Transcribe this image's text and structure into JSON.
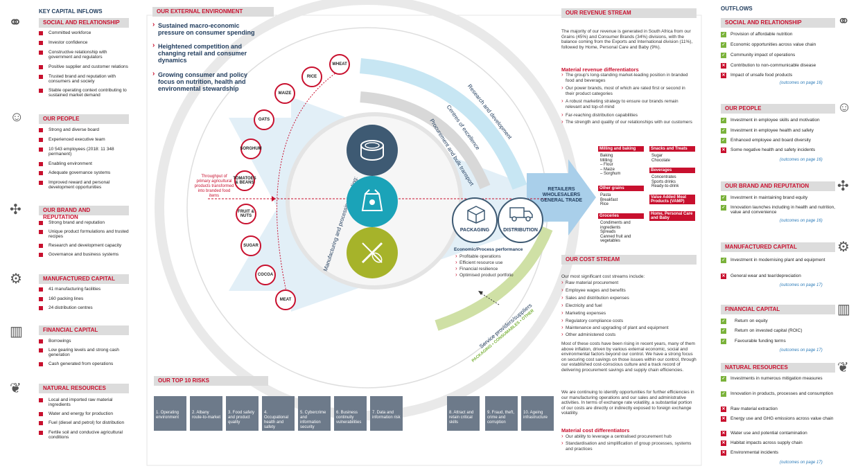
{
  "inflows": {
    "title": "KEY CAPITAL INFLOWS",
    "social": {
      "title": "SOCIAL AND RELATIONSHIP",
      "items": [
        "Committed workforce",
        "Investor confidence",
        "Constructive relationship with government and regulators",
        "Positive supplier and customer relations",
        "Trusted brand and reputation with consumers and society",
        "Stable operating context contributing to sustained market demand"
      ]
    },
    "people": {
      "title": "OUR PEOPLE",
      "items": [
        "Strong and diverse board",
        "Experienced executive team",
        "10 543 employees (2018: 11 348 permanent)",
        "Enabling environment",
        "Adequate governance systems",
        "Improved reward and personal development opportunities"
      ]
    },
    "brand": {
      "title": "OUR BRAND AND REPUTATION",
      "items": [
        "Strong brand and reputation",
        "Unique product formulations and trusted recipes",
        "Research and development capacity",
        "Governance and business systems"
      ]
    },
    "manufactured": {
      "title": "MANUFACTURED CAPITAL",
      "items": [
        "41 manufacturing facilities",
        "160 packing lines",
        "24 distribution centres"
      ]
    },
    "financial": {
      "title": "FINANCIAL CAPITAL",
      "items": [
        "Borrowings",
        "Low gearing levels and strong cash generation",
        "Cash generated from operations"
      ]
    },
    "natural": {
      "title": "NATURAL RESOURCES",
      "items": [
        "Local and imported raw material ingredients",
        "Water and energy for production",
        "Fuel (diesel and petrol) for distribution",
        "Fertile soil and conducive agricultural conditions"
      ]
    }
  },
  "external": {
    "title": "OUR EXTERNAL ENVIRONMENT",
    "items": [
      "Sustained macro-economic pressure on consumer spending",
      "Heightened competition and changing retail and consumer dynamics",
      "Growing consumer and policy focus on nutrition, health and environmental stewardship"
    ]
  },
  "grains": [
    "WHEAT",
    "RICE",
    "MAIZE",
    "OATS",
    "SORGHUM",
    "TOMATOES & BEANS",
    "FRUIT & NUTS",
    "SUGAR",
    "COCOA",
    "MEAT"
  ],
  "throughput": "Throughput of primary agricultural products transformed into branded food items",
  "arc_labels": {
    "manufacturing": "Manufacturing and processing including:",
    "research": "Research and development",
    "centres": "Centres of excellence",
    "procurement": "Procurement and bulk transport",
    "service": "Service providers/suppliers",
    "supplies": "PACKAGING • CONSUMABLES • OTHER"
  },
  "packaging_label": "PACKAGING",
  "distribution_label": "DISTRIBUTION",
  "performance": {
    "title": "Economic/Process performance",
    "items": [
      "Profitable operations",
      "Efficient resource use",
      "Financial resilience",
      "Optimised product portfolio"
    ]
  },
  "trade_label": "RETAILERS WHOLESALERS GENERAL TRADE",
  "products": [
    {
      "head": "Milling and baking",
      "text": "Baking\nMilling:\n– Flour\n– Maize\n– Sorghum"
    },
    {
      "head": "Other grains",
      "text": "Pasta\nBreakfast\nRice"
    },
    {
      "head": "Groceries",
      "text": "Condiments and ingredients\nSpreads\nCanned fruit and vegetables"
    },
    {
      "head": "Snacks and Treats",
      "text": "Sugar\nChocolate"
    },
    {
      "head": "Beverages",
      "text": "Concentrates\nSports drinks\nReady-to-drink"
    },
    {
      "head": "Value Added Meat Products (VAMP)",
      "text": ""
    },
    {
      "head": "Home, Personal Care and Baby",
      "text": ""
    }
  ],
  "revenue": {
    "title": "OUR REVENUE STREAM",
    "intro": "The majority of our revenue is generated in South Africa from our Grains (45%) and Consumer Brands (34%) divisions, with the balance coming from the Exports and International division (11%), followed by Home, Personal Care and Baby (9%).",
    "diff_title": "Material revenue differentiators",
    "diffs": [
      "The group's long-standing market-leading position in branded food and beverages",
      "Our power brands, most of which are rated first or second in their product categories",
      "A robust marketing strategy to ensure our brands remain relevant and top-of-mind",
      "Far-reaching distribution capabilities",
      "The strength and quality of our relationships with our customers"
    ]
  },
  "cost": {
    "title": "OUR COST STREAM",
    "intro": "Our most significant cost streams include:",
    "items": [
      "Raw material procurement",
      "Employee wages and benefits",
      "Sales and distribution expenses",
      "Electricity and fuel",
      "Marketing expenses",
      "Regulatory compliance costs",
      "Maintenance and upgrading of plant and equipment",
      "Other administered costs"
    ],
    "para1": "Most of these costs have been rising in recent years, many of them above inflation, driven by various external economic, social and environmental factors beyond our control. We have a strong focus on securing cost savings on those issues within our control, through our established cost-conscious culture and a track record of delivering procurement savings and supply chain efficiencies.",
    "para2": "We are continuing to identify opportunities for further efficiencies in our manufacturing operations and our sales and administrative activities. In terms of exchange rate volatility, a substantial portion of our costs are directly or indirectly exposed to foreign exchange volatility.",
    "diff_title": "Material cost differentiators",
    "diffs": [
      "Our ability to leverage a centralised procurement hub",
      "Standardisation and simplification of group processes, systems and practices"
    ]
  },
  "risks": {
    "title": "OUR TOP 10 RISKS",
    "items": [
      "1. Operating environment",
      "2. Albany route-to-market",
      "3. Food safety and product quality",
      "4. Occupational health and safety",
      "5. Cybercrime and information security",
      "6. Business continuity vulnerabilities",
      "7. Data and information risk",
      "8. Attract and retain critical skills",
      "9. Fraud, theft, crime and corruption",
      "10. Ageing infrastructure"
    ]
  },
  "outflows": {
    "title": "OUTFLOWS",
    "social": {
      "title": "SOCIAL AND RELATIONSHIP",
      "items": [
        [
          "t",
          "Provision of affordable nutrition"
        ],
        [
          "t",
          "Economic opportunities across value chain"
        ],
        [
          "t",
          "Community impact of operations"
        ],
        [
          "x",
          "Contribution to non-communicable disease"
        ],
        [
          "x",
          "Impact of unsafe food products"
        ]
      ],
      "note": "(outcomes on page 16)"
    },
    "people": {
      "title": "OUR PEOPLE",
      "items": [
        [
          "t",
          "Investment in employee skills and motivation"
        ],
        [
          "t",
          "Investment in employee health and safety"
        ],
        [
          "t",
          "Enhanced employee and board diversity"
        ],
        [
          "x",
          "Some negative health and safety incidents"
        ]
      ],
      "note": "(outcomes on page 16)"
    },
    "brand": {
      "title": "OUR BRAND AND REPUTATION",
      "items": [
        [
          "t",
          "Investment in maintaining brand equity"
        ],
        [
          "t",
          "Innovation launches including in health and nutrition, value and convenience"
        ]
      ],
      "note": "(outcomes on page 16)"
    },
    "manufactured": {
      "title": "MANUFACTURED CAPITAL",
      "items": [
        [
          "t",
          "Investment in modernising plant and equipment"
        ],
        [
          "x",
          "General wear and tear/depreciation"
        ]
      ],
      "note": "(outcomes on page 17)"
    },
    "financial": {
      "title": "FINANCIAL CAPITAL",
      "items": [
        [
          "t",
          "Return on equity"
        ],
        [
          "t",
          "Return on invested capital (ROIC)"
        ],
        [
          "t",
          "Favourable funding terms"
        ]
      ],
      "note": "(outcomes on page 17)"
    },
    "natural": {
      "title": "NATURAL RESOURCES",
      "items": [
        [
          "t",
          "Investments in numerous mitigation measures"
        ],
        [
          "t",
          "Innovation in products, processes and consumption"
        ],
        [
          "x",
          "Raw material extraction"
        ],
        [
          "x",
          "Energy use and GHG emissions across value chain"
        ],
        [
          "x",
          "Water use and potential contamination"
        ],
        [
          "x",
          "Habitat impacts across supply chain"
        ],
        [
          "x",
          "Environmental incidents"
        ]
      ],
      "note": "(outcomes on page 17)"
    }
  },
  "colors": {
    "accent": "#c8102e",
    "navy": "#3e5a73",
    "teal": "#1ba3b8",
    "olive": "#a6b32a",
    "green": "#7ab23a"
  }
}
